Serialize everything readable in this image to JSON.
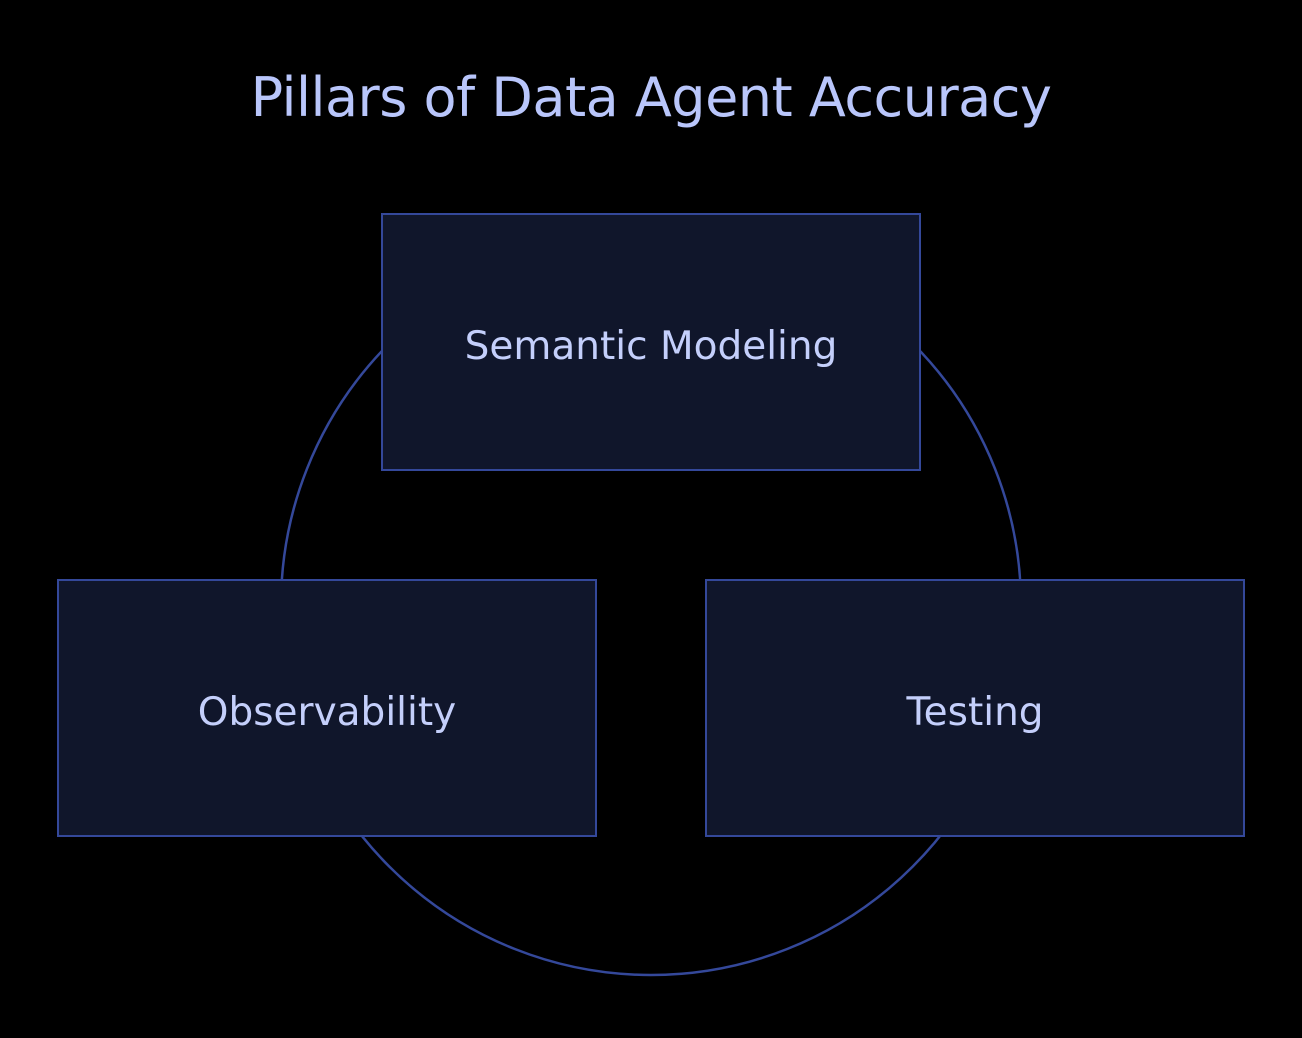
{
  "title": "Pillars of Data Agent Accuracy",
  "colors": {
    "background": "#000000",
    "box_fill": "#10162b",
    "box_border": "#34489a",
    "ring_stroke": "#34489a",
    "text": "#c4cffb"
  },
  "pillars": [
    {
      "label": "Semantic Modeling"
    },
    {
      "label": "Observability"
    },
    {
      "label": "Testing"
    }
  ]
}
